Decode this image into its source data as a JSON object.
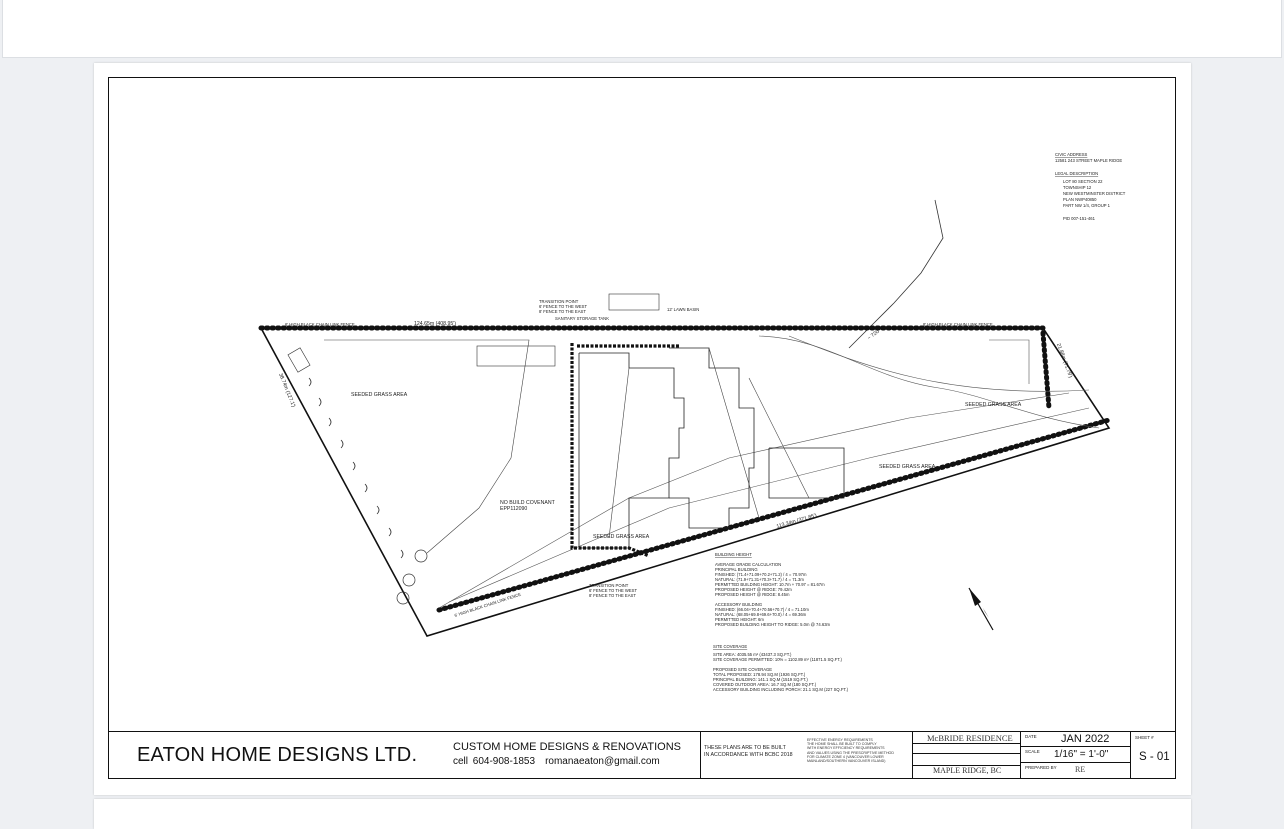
{
  "drawing": {
    "civic_address_label": "CIVIC ADDRESS",
    "civic_address": "12581 243 STREET MAPLE RIDGE",
    "legal_description_label": "LEGAL DESCRIPTION",
    "legal_lines": [
      "LOT 80 SECTION 22",
      "TOWNSHIP 12",
      "NEW WESTMINSTER DISTRICT",
      "PLAN NWP40850",
      "PART NW 1/4, GROUP 1"
    ],
    "pid": "PID 007-151-461",
    "dim_north": "124.65m (408.95')",
    "dim_south": "113.34m (371.85')",
    "dim_east": "21.88m (71.79')",
    "dim_west": "38.74m (127.1')",
    "area_west": "SEEDED GRASS AREA",
    "area_center": "SEEDED GRASS AREA",
    "area_east": "SEEDED GRASS AREA",
    "area_southeast": "SEEDED GRASS AREA",
    "no_build": "NO BUILD COVENANT",
    "no_build_ref": "EPP112090",
    "contour": "~ 720",
    "transition_top": [
      "TRANSITION POINT",
      "6' FENCE TO THE WEST",
      "8' FENCE TO THE EAST"
    ],
    "transition_bottom": [
      "TRANSITION POINT",
      "6' FENCE TO THE WEST",
      "8' FENCE TO THE EAST"
    ],
    "fence_nw": "6' HIGH BLACK CHAIN LINK FENCE",
    "fence_ne": "8' HIGH BLACK CHAIN LINK FENCE",
    "fence_sw": "6' HIGH BLACK CHAIN LINK FENCE",
    "lawn_basin": "12' LAWN BASIN",
    "storage_tank": "SANITARY STORAGE TANK",
    "building_height": {
      "title": "BUILDING HEIGHT",
      "lines": [
        "AVERAGE GRADE CALCULATION",
        "PRINCIPAL BUILDING",
        "FINISHED: (71.4+71.09+70.2+71.2) / 4 = 70.97m",
        "NATURAL: (71.9+71.31+70.3+71.7) / 4 = 71.3m",
        "PERMITTED BUILDING HEIGHT: 10.7m + 70.97 = 81.67m",
        "PROPOSED HEIGHT @ RIDGE: 79.42m",
        "PROPOSED HEIGHT @ RIDGE: 8.45m",
        "",
        "ACCESSORY BUILDING",
        "FINISHED: (66.04+70.4+70.56+70.7) / 4 = 71.10m",
        "NATURAL: (68.05+69.8+69.6+70.0) / 4 = 69.36m",
        "PERMITTED HEIGHT: 6m",
        "PROPOSED BUILDING HEIGHT TO RIDGE: 5.0m @ 74.63m"
      ]
    },
    "site_coverage": {
      "title": "SITE COVERAGE",
      "lines": [
        "SITE AREA: 4035.55 m² (43437.3 SQ.FT.)",
        "SITE COVERAGE PERMITTED: 10% = 1102.89 m² (11871.5 SQ.FT.)",
        "",
        "PROPOSED SITE COVERAGE",
        "TOTAL PROPOSED: 178.94 SQ.M (1926 SQ.FT.)",
        "PRINCIPAL BUILDING: 141.1 SQ.M (1519 SQ.FT.)",
        "COVERED OUTDOOR AREA: 16.7 SQ.M (180 SQ.FT.)",
        "ACCESSORY BUILDING INCLUDING PORCH: 21.1 SQ.M (227 SQ.FT.)"
      ]
    }
  },
  "title_block": {
    "company": "EATON HOME DESIGNS LTD.",
    "tagline": "CUSTOM HOME DESIGNS & RENOVATIONS",
    "phone": "cell 604-908-1853",
    "email": "romanaeaton@gmail.com",
    "plans_note_1": "THESE PLANS ARE TO BE BUILT",
    "plans_note_2": "IN ACCORDANCE WITH BCBC 2018",
    "energy_lines": [
      "EFFECTIVE ENERGY REQUIREMENTS",
      "THE HOME SHALL BE BUILT TO COMPLY",
      "WITH ENERGY EFFICIENCY REQUIREMENTS",
      "AND VALUES USING THE PRESCRIPTIVE METHOD",
      "FOR CLIMATE ZONE 4 (VANCOUVER LOWER",
      "MAINLAND/SOUTHERN VANCOUVER ISLAND)"
    ],
    "residence": "McBRIDE RESIDENCE",
    "location": "MAPLE RIDGE, BC",
    "date_label": "DATE",
    "date": "JAN 2022",
    "scale_label": "SCALE",
    "scale": "1/16\" = 1'-0\"",
    "prepared_label": "PREPARED BY",
    "prepared_by": "RE",
    "sheet_label": "SHEET #",
    "sheet": "S - 01"
  }
}
